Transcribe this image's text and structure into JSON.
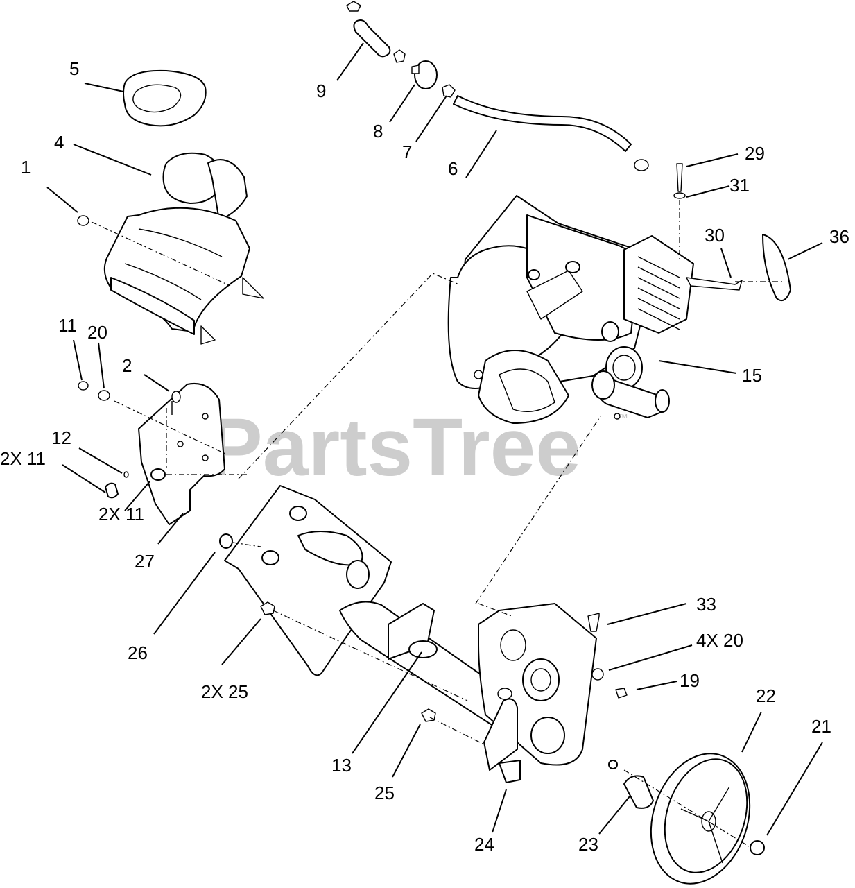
{
  "watermark": {
    "text": "PartsTree",
    "trademark": "™"
  },
  "callouts": {
    "c1": "1",
    "c2": "2",
    "c4": "4",
    "c5": "5",
    "c6": "6",
    "c7": "7",
    "c8": "8",
    "c9": "9",
    "c11": "11",
    "c20": "20",
    "c12": "12",
    "c2x11a": "2X 11",
    "c2x11b": "2X 11",
    "c27": "27",
    "c29": "29",
    "c31": "31",
    "c30": "30",
    "c36": "36",
    "c15": "15",
    "c26": "26",
    "c2x25": "2X 25",
    "c13": "13",
    "c25": "25",
    "c24": "24",
    "c33": "33",
    "c4x20": "4X 20",
    "c19": "19",
    "c22": "22",
    "c21": "21",
    "c23": "23"
  }
}
